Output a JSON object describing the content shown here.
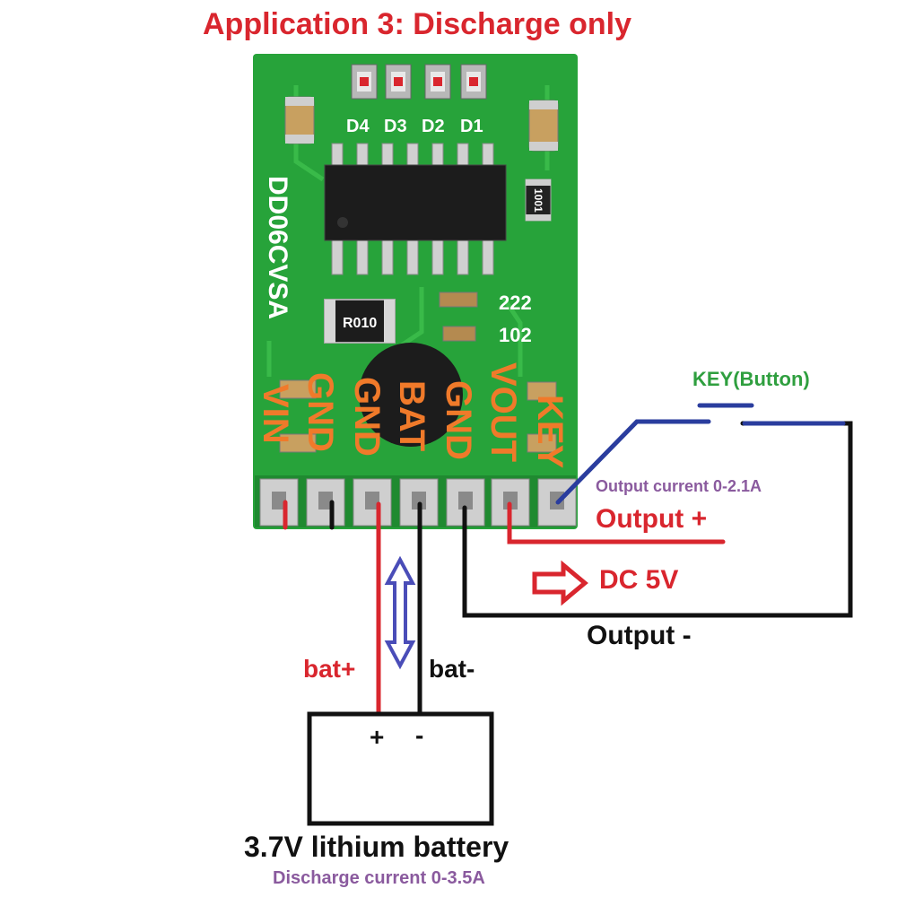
{
  "title": "Application 3: Discharge only",
  "board": {
    "model": "DD06CVSA",
    "led_labels": [
      "D4",
      "D3",
      "D2",
      "D1"
    ],
    "res_r010": "R010",
    "res_1001": "1001",
    "cap_222": "222",
    "cap_102": "102",
    "pins": [
      "VIN",
      "GND",
      "GND",
      "BAT",
      "GND",
      "VOUT",
      "KEY"
    ]
  },
  "labels": {
    "key_button": "KEY(Button)",
    "output_current": "Output current 0-2.1A",
    "output_plus": "Output +",
    "dc_5v": "DC 5V",
    "output_minus": "Output -",
    "bat_plus": "bat+",
    "bat_minus": "bat-",
    "term_plus": "+",
    "term_minus": "-",
    "battery": "3.7V lithium battery",
    "discharge_current": "Discharge current  0-3.5A"
  },
  "colors": {
    "pcb": "#27a33a",
    "pin_label": "#f07a2a",
    "wire_red": "#d9262e",
    "wire_black": "#111111",
    "wire_blue": "#2a3d9e",
    "title": "#d9262e"
  }
}
